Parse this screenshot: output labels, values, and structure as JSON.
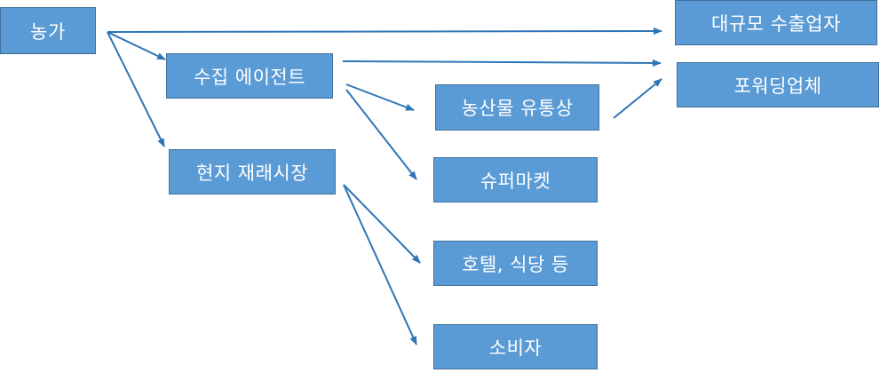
{
  "nodes": {
    "farm": "농가",
    "collection_agent": "수집 에이전트",
    "local_wholesale_market": "현지 재래시장",
    "produce_trader": "농산물 유통상",
    "supermarket": "슈퍼마켓",
    "hotel_restaurant": "호텔, 식당 등",
    "consumer": "소비자",
    "large_exporter": "대규모 수출업자",
    "packing_company": "포워딩업체"
  },
  "edges": [
    {
      "from": "farm",
      "to": "large_exporter"
    },
    {
      "from": "farm",
      "to": "collection_agent"
    },
    {
      "from": "farm",
      "to": "local_wholesale_market"
    },
    {
      "from": "collection_agent",
      "to": "packing_company"
    },
    {
      "from": "collection_agent",
      "to": "produce_trader"
    },
    {
      "from": "collection_agent",
      "to": "supermarket"
    },
    {
      "from": "local_wholesale_market",
      "to": "hotel_restaurant"
    },
    {
      "from": "local_wholesale_market",
      "to": "consumer"
    },
    {
      "from": "produce_trader",
      "to": "packing_company"
    }
  ],
  "colors": {
    "node_fill": "#5b9bd5",
    "node_border": "#41719c",
    "node_text": "#ffffff",
    "arrow": "#2e75b6"
  }
}
